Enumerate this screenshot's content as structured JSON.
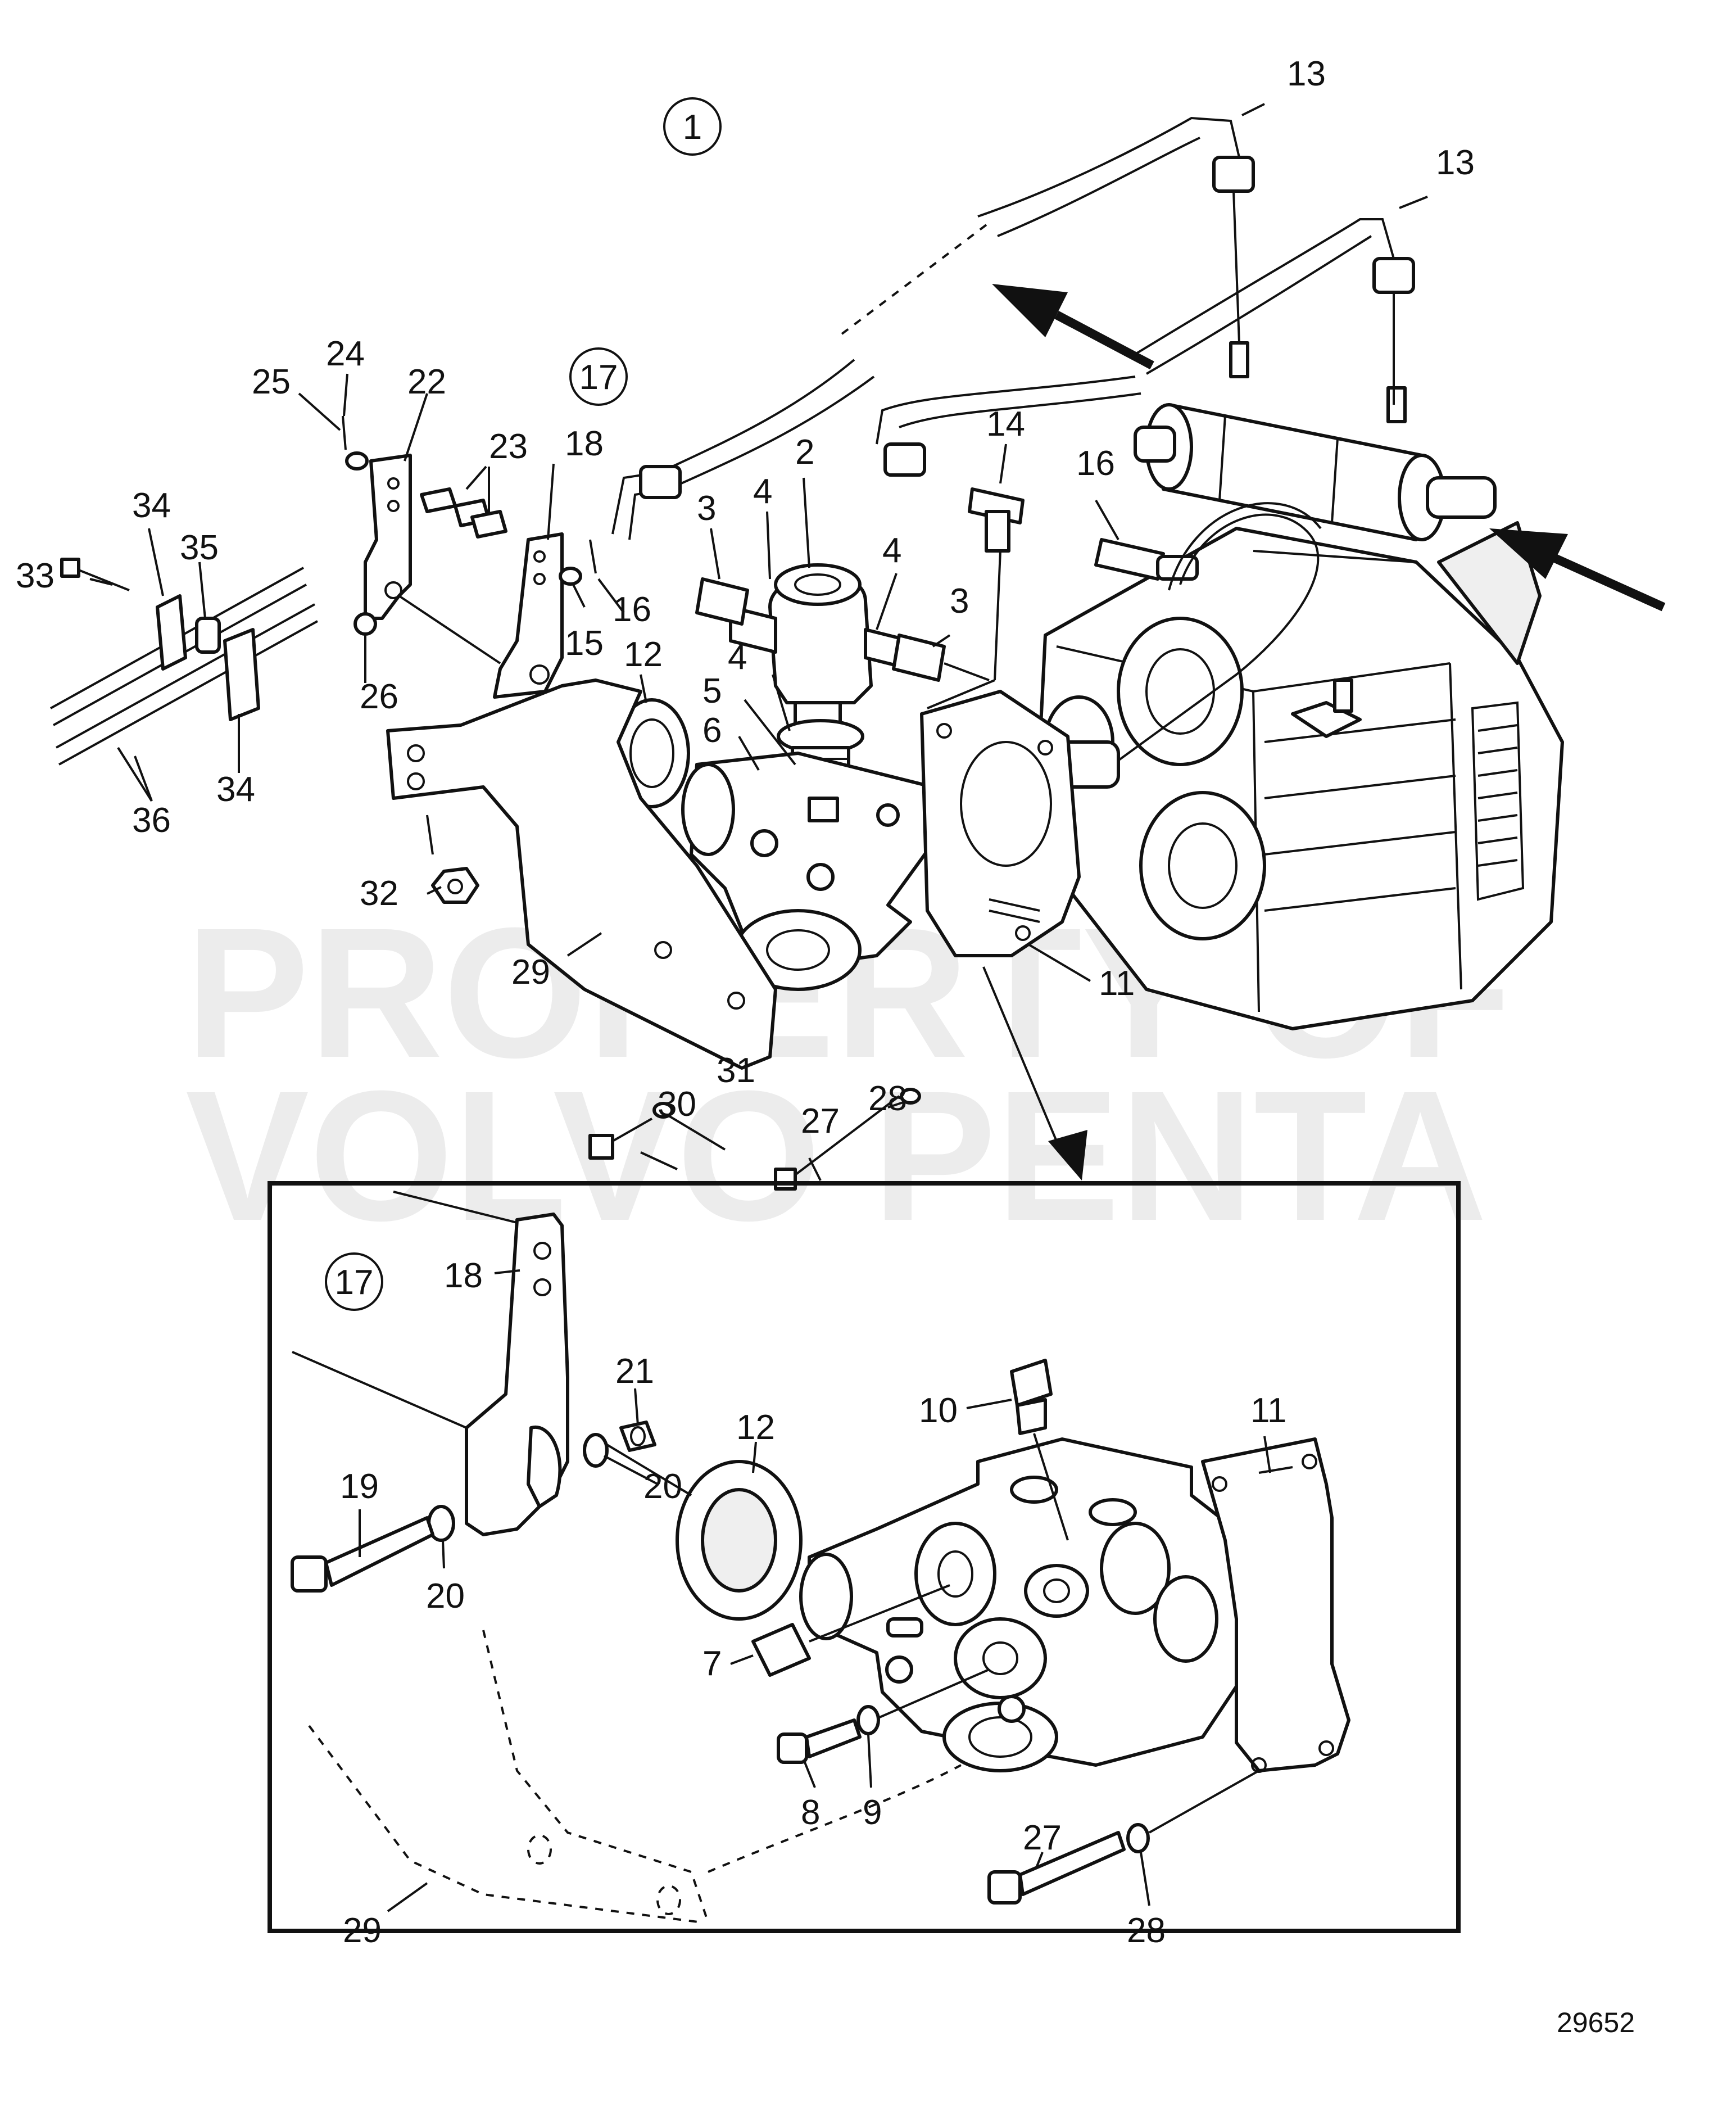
{
  "watermark": {
    "line1": "PROPERTY OF",
    "line2": "VOLVO PENTA"
  },
  "reference_number": "29652",
  "group_markers": {
    "main": "1",
    "bracket_kit": "17",
    "detail_kit": "17"
  },
  "main_labels": {
    "l13a": "13",
    "l13b": "13",
    "l14": "14",
    "l16a": "16",
    "l2": "2",
    "l3a": "3",
    "l4a": "4",
    "l4b": "4",
    "l3b": "3",
    "l4c": "4",
    "l5": "5",
    "l6": "6",
    "l12": "12",
    "l25": "25",
    "l24": "24",
    "l22": "22",
    "l23": "23",
    "l18": "18",
    "l34a": "34",
    "l35": "35",
    "l33": "33",
    "l15": "15",
    "l16b": "16",
    "l26": "26",
    "l34b": "34",
    "l36": "36",
    "l32": "32",
    "l29": "29",
    "l11": "11",
    "l30": "30",
    "l31": "31",
    "l27": "27",
    "l28": "28"
  },
  "detail_labels": {
    "l18": "18",
    "l21": "21",
    "l12": "12",
    "l10": "10",
    "l11": "11",
    "l19": "19",
    "l20a": "20",
    "l20b": "20",
    "l7": "7",
    "l8": "8",
    "l9": "9",
    "l27": "27",
    "l28": "28",
    "l29": "29"
  }
}
